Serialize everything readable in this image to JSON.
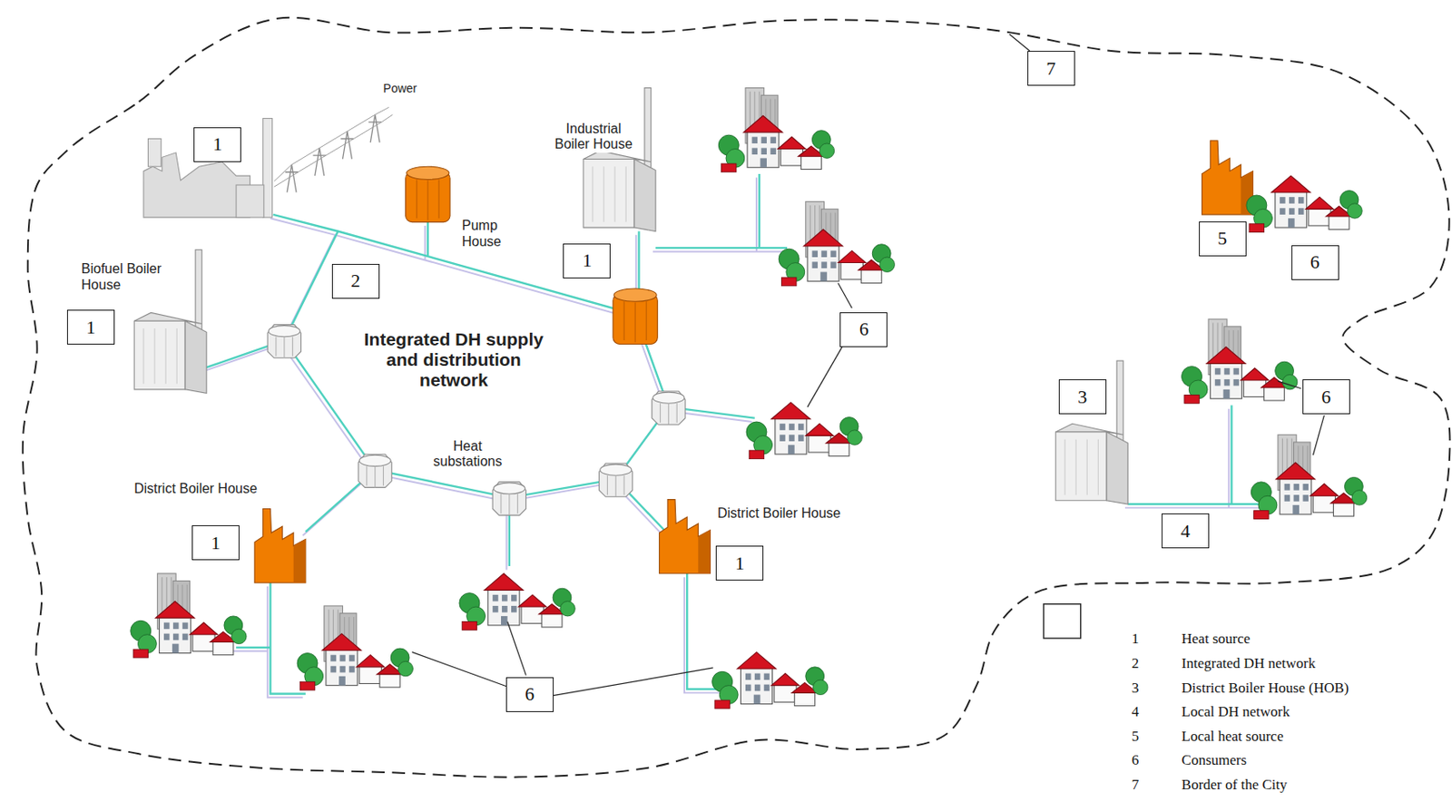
{
  "diagram": {
    "nodes": [
      {
        "text": [
          "7"
        ]
      },
      {
        "text": [
          "1"
        ]
      },
      {
        "text": [
          "5"
        ]
      },
      {
        "text": [
          "1"
        ]
      },
      {
        "text": [
          "6"
        ]
      },
      {
        "text": [
          "2"
        ]
      },
      {
        "text": [
          "1"
        ]
      },
      {
        "text": [
          "6"
        ]
      },
      {
        "text": [
          "3"
        ]
      },
      {
        "text": [
          "6"
        ]
      },
      {
        "text": [
          "4"
        ]
      },
      {
        "text": [
          "1"
        ]
      },
      {
        "text": [
          "1"
        ]
      },
      {
        "text": [
          "6"
        ]
      }
    ],
    "labels": [
      "Power",
      "Industrial Boiler House",
      "Pump House",
      "Biofuel Boiler House",
      "Integrated DH supply and distribution network",
      "Heat substations",
      "District Boiler House",
      "District Boiler House",
      "1",
      "Heat source",
      "2",
      "Integrated DH network",
      "3",
      "District Boiler House (HOB)",
      "4",
      "Local DH network",
      "5",
      "Local heat source",
      "6",
      "Consumers",
      "7",
      "Border of the City"
    ]
  }
}
